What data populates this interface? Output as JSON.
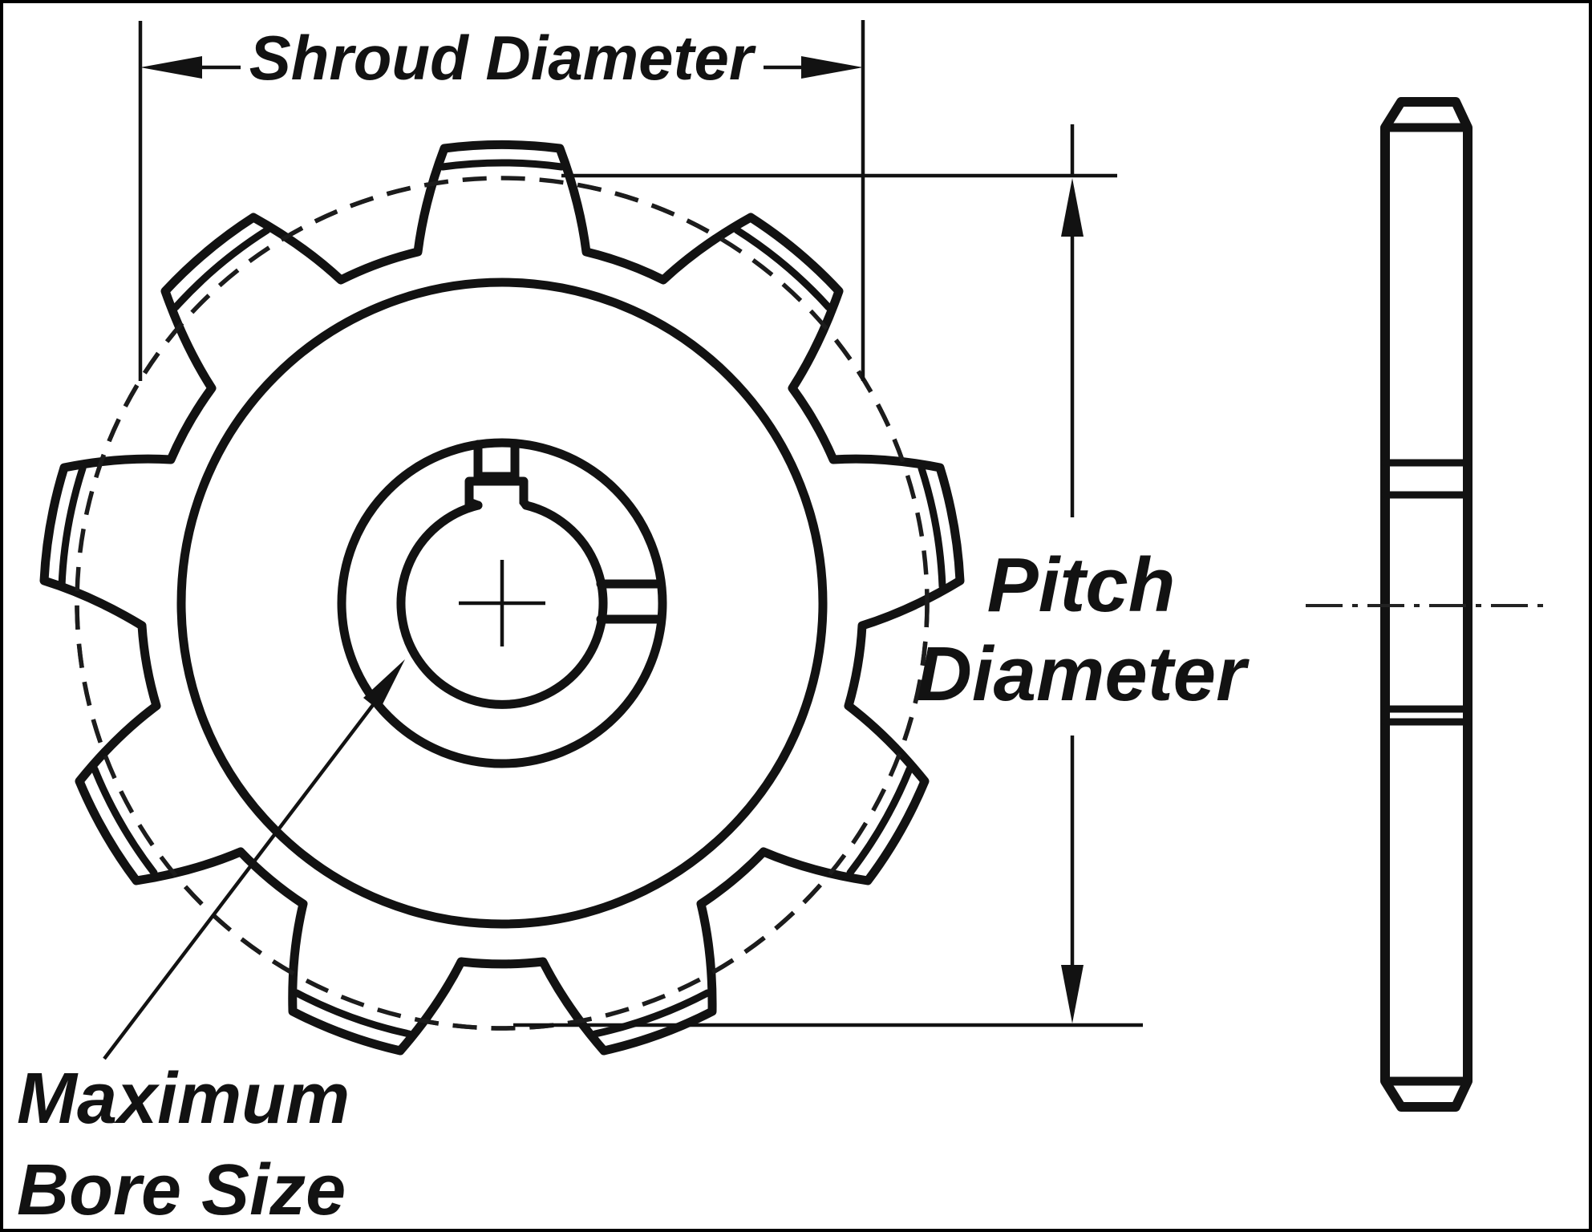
{
  "page": {
    "background": "#ffffff",
    "line_color": "#121212"
  },
  "labels": {
    "shroud_diameter": "Shroud Diameter",
    "pitch_diameter_line1": "Pitch",
    "pitch_diameter_line2": "Diameter",
    "max_bore_line1": "Maximum",
    "max_bore_line2": "Bore Size"
  },
  "figure": {
    "type": "technical-drawing",
    "views": [
      {
        "name": "sprocket front view",
        "teeth": 9
      },
      {
        "name": "sprocket side view"
      }
    ]
  }
}
